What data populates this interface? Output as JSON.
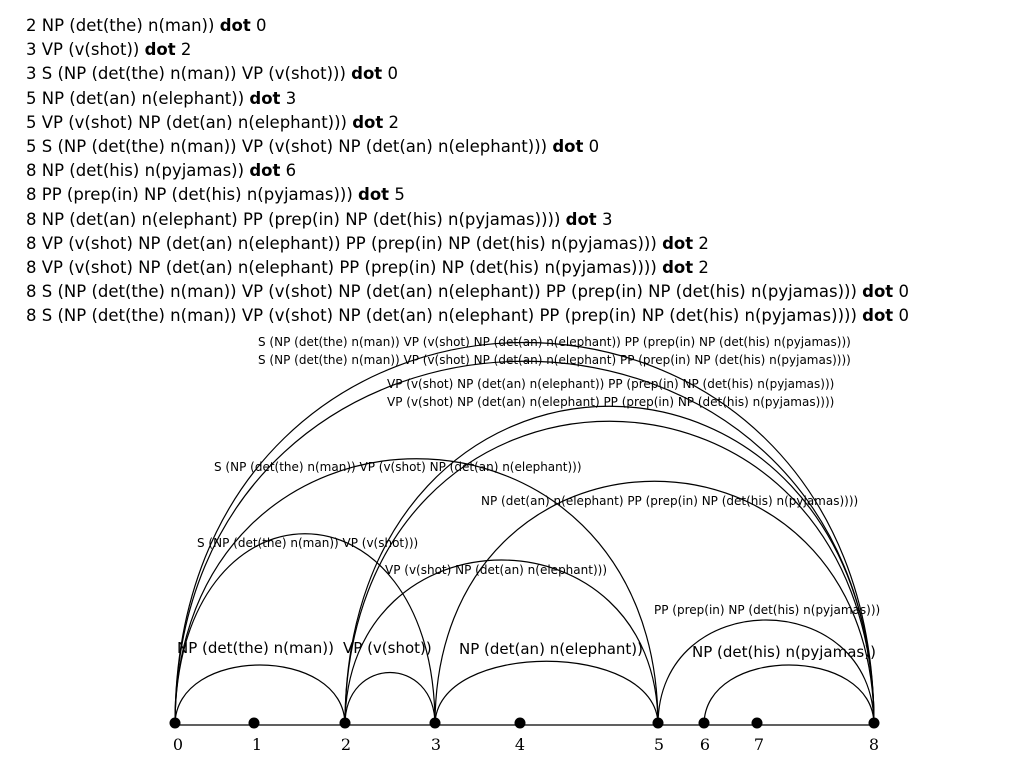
{
  "agenda": [
    {
      "pos": "2",
      "item": "NP (det(the) n(man))",
      "dot": "dot",
      "origin": "0"
    },
    {
      "pos": "3",
      "item": "VP (v(shot))",
      "dot": "dot",
      "origin": "2"
    },
    {
      "pos": "3",
      "item": "S (NP (det(the) n(man)) VP (v(shot)))",
      "dot": "dot",
      "origin": "0"
    },
    {
      "pos": "5",
      "item": "NP (det(an) n(elephant))",
      "dot": "dot",
      "origin": "3"
    },
    {
      "pos": "5",
      "item": "VP (v(shot) NP (det(an) n(elephant)))",
      "dot": "dot",
      "origin": "2"
    },
    {
      "pos": "5",
      "item": "S (NP (det(the) n(man)) VP (v(shot) NP (det(an) n(elephant)))",
      "dot": "dot",
      "origin": "0"
    },
    {
      "pos": "8",
      "item": "NP (det(his) n(pyjamas))",
      "dot": "dot",
      "origin": "6"
    },
    {
      "pos": "8",
      "item": "PP (prep(in) NP (det(his) n(pyjamas)))",
      "dot": "dot",
      "origin": "5"
    },
    {
      "pos": "8",
      "item": "NP (det(an) n(elephant) PP (prep(in) NP (det(his) n(pyjamas))))",
      "dot": "dot",
      "origin": "3"
    },
    {
      "pos": "8",
      "item": "VP (v(shot) NP (det(an) n(elephant)) PP (prep(in) NP (det(his) n(pyjamas)))",
      "dot": "dot",
      "origin": "2"
    },
    {
      "pos": "8",
      "item": "VP (v(shot) NP (det(an) n(elephant) PP (prep(in) NP (det(his) n(pyjamas))))",
      "dot": "dot",
      "origin": "2"
    },
    {
      "pos": "8",
      "item": "S (NP (det(the) n(man)) VP (v(shot) NP (det(an) n(elephant)) PP (prep(in) NP (det(his) n(pyjamas)))",
      "dot": "dot",
      "origin": "0"
    },
    {
      "pos": "8",
      "item": "S (NP (det(the) n(man)) VP (v(shot) NP (det(an) n(elephant) PP (prep(in) NP (det(his) n(pyjamas))))",
      "dot": "dot",
      "origin": "0"
    }
  ],
  "nodes": [
    "0",
    "1",
    "2",
    "3",
    "4",
    "5",
    "6",
    "7",
    "8"
  ],
  "chart_labels": {
    "np_man": "NP (det(the) n(man))",
    "vp_shot": "VP (v(shot))",
    "np_elephant": "NP (det(an) n(elephant))",
    "np_pyjamas": "NP (det(his) n(pyjamas))",
    "pp_pyjamas": "PP (prep(in) NP (det(his) n(pyjamas)))",
    "vp_shot_elephant": "VP (v(shot) NP (det(an) n(elephant)))",
    "s_man_shot": "S (NP (det(the) n(man)) VP (v(shot)))",
    "np_elephant_pp": "NP (det(an) n(elephant) PP (prep(in) NP (det(his) n(pyjamas))))",
    "s_man_shot_elephant": "S (NP (det(the) n(man)) VP (v(shot) NP (det(an) n(elephant)))",
    "vp_full_a": "VP (v(shot) NP (det(an) n(elephant)) PP (prep(in) NP (det(his) n(pyjamas)))",
    "vp_full_b": "VP (v(shot) NP (det(an) n(elephant) PP (prep(in) NP (det(his) n(pyjamas))))",
    "s_full_a": "S (NP (det(the) n(man)) VP (v(shot) NP (det(an) n(elephant)) PP (prep(in) NP (det(his) n(pyjamas)))",
    "s_full_b": "S (NP (det(the) n(man)) VP (v(shot) NP (det(an) n(elephant) PP (prep(in) NP (det(his) n(pyjamas))))"
  }
}
